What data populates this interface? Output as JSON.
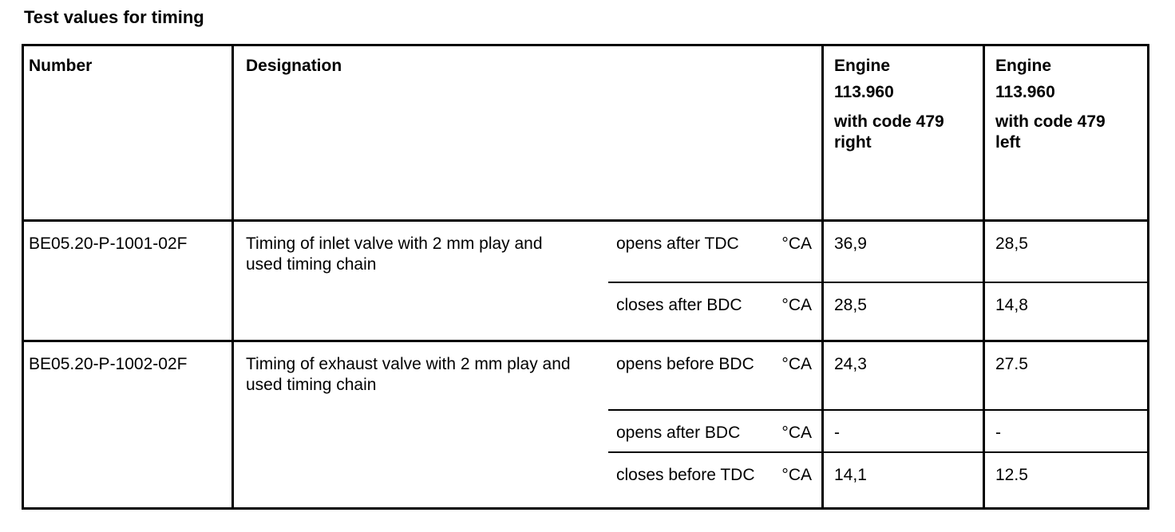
{
  "title": "Test values for timing",
  "colors": {
    "text": "#000000",
    "background": "#ffffff",
    "border": "#000000"
  },
  "table": {
    "headers": {
      "number": "Number",
      "designation": "Designation",
      "engine_right": {
        "lines": [
          "Engine",
          "113.960",
          "with code 479",
          "right"
        ]
      },
      "engine_left": {
        "lines": [
          "Engine",
          "113.960",
          "with code 479",
          "left"
        ]
      }
    },
    "rows": [
      {
        "number": "BE05.20-P-1001-02F",
        "designation": "Timing of inlet valve with 2 mm play and\nused timing chain",
        "specs": [
          {
            "condition": "opens after TDC",
            "unit": "°CA",
            "engine_right": "36,9",
            "engine_left": "28,5"
          },
          {
            "condition": "closes after BDC",
            "unit": "°CA",
            "engine_right": "28,5",
            "engine_left": "14,8"
          }
        ]
      },
      {
        "number": "BE05.20-P-1002-02F",
        "designation": "Timing of exhaust valve with 2 mm play and\nused timing chain",
        "specs": [
          {
            "condition": "opens before BDC",
            "unit": "°CA",
            "engine_right": "24,3",
            "engine_left": "27.5"
          },
          {
            "condition": "opens after BDC",
            "unit": "°CA",
            "engine_right": "-",
            "engine_left": "-"
          },
          {
            "condition": "closes before TDC",
            "unit": "°CA",
            "engine_right": "14,1",
            "engine_left": "12.5"
          }
        ]
      }
    ]
  }
}
